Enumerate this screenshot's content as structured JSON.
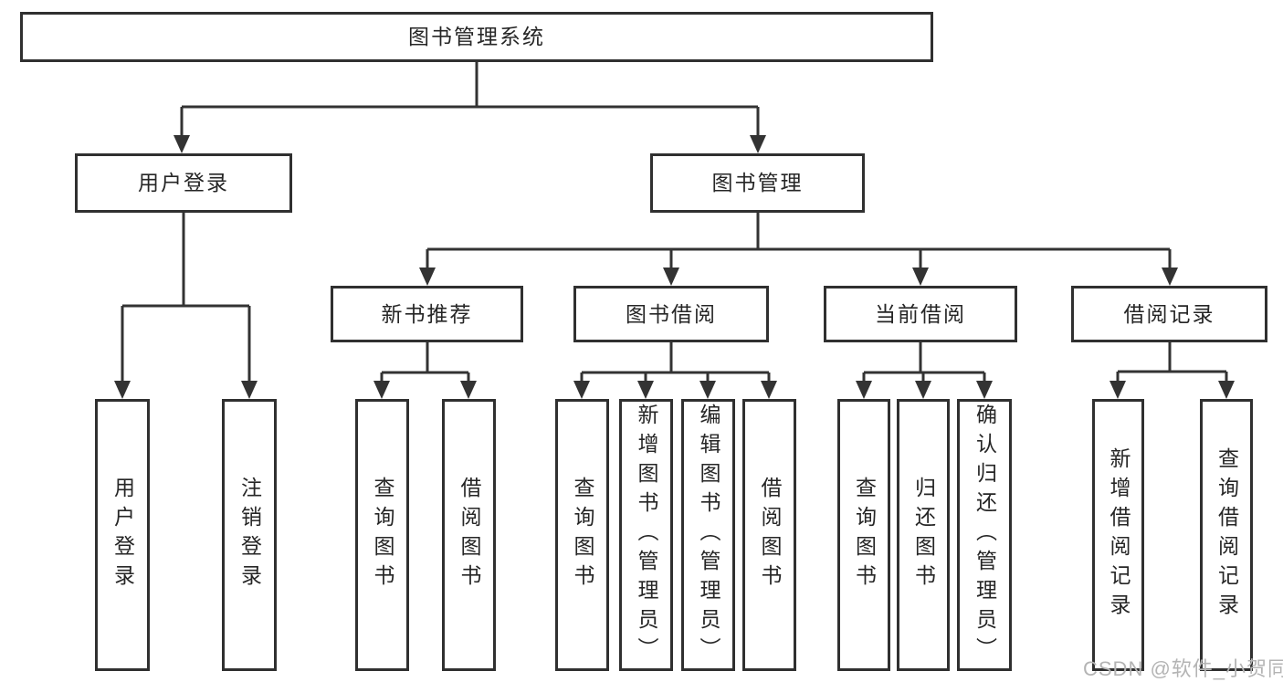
{
  "colors": {
    "line": "#333333",
    "box_border": "#303030",
    "box_bg": "#ffffff",
    "text": "#262626",
    "watermark": "#b4b4b4"
  },
  "tree": {
    "root": "图书管理系统",
    "branches": {
      "user_login": "用户登录",
      "book_mgmt": "图书管理"
    },
    "modules": {
      "new_book_rec": "新书推荐",
      "book_borrow": "图书借阅",
      "current_borrow": "当前借阅",
      "borrow_records": "借阅记录"
    },
    "leaves": {
      "user_login_login": "用户登录",
      "user_login_logout": "注销登录",
      "nbr_query_books": "查询图书",
      "nbr_borrow_books": "借阅图书",
      "bb_query_books": "查询图书",
      "bb_add_books": "新增图书（管理员）",
      "bb_edit_books": "编辑图书（管理员）",
      "bb_borrow_books": "借阅图书",
      "cb_query_books": "查询图书",
      "cb_return_books": "归还图书",
      "cb_confirm_return": "确认归还（管理员）",
      "br_add_record": "新增借阅记录",
      "br_query_record": "查询借阅记录"
    }
  },
  "watermark": {
    "text": "CSDN @软件_小贺同学"
  }
}
